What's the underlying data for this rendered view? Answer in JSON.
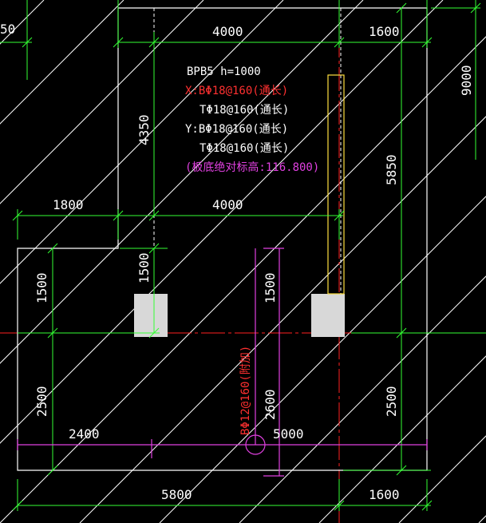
{
  "colors": {
    "background": "#000000",
    "hatch": "#ffffff",
    "outline": "#ffffff",
    "dimension": "#33ff33",
    "dimension_text": "#ffffff",
    "axis": "#ff2020",
    "rebar_red": "#ff3030",
    "rebar_magenta": "#e040e0",
    "column": "#d8d8d8",
    "slot": "#ffe040"
  },
  "slab_label": {
    "name": "BPB5 h=1000",
    "x_bottom": "X:BΦ18@160(通长)",
    "x_top": "TΦ18@160(通长)",
    "y_bottom": "Y:BΦ18@160(通长)",
    "y_top": "TΦ18@160(通长)",
    "elevation": "(板底绝对标高:116.800)"
  },
  "extra_rebar": {
    "label": "BΦ12@160(附加)",
    "length_x": "5000",
    "length_y": "2600"
  },
  "dimensions": {
    "top_left": "50",
    "top_4000": "4000",
    "top_1600": "1600",
    "right_9000": "9000",
    "right_5850": "5850",
    "left_4350": "4350",
    "mid_1800": "1800",
    "mid_4000": "4000",
    "col_1500_a": "1500",
    "col_1500_b": "1500",
    "left_1500": "1500",
    "left_2500": "2500",
    "right_2500": "2500",
    "bottom_2400": "2400",
    "bottom_5800": "5800",
    "bottom_1600": "1600"
  }
}
